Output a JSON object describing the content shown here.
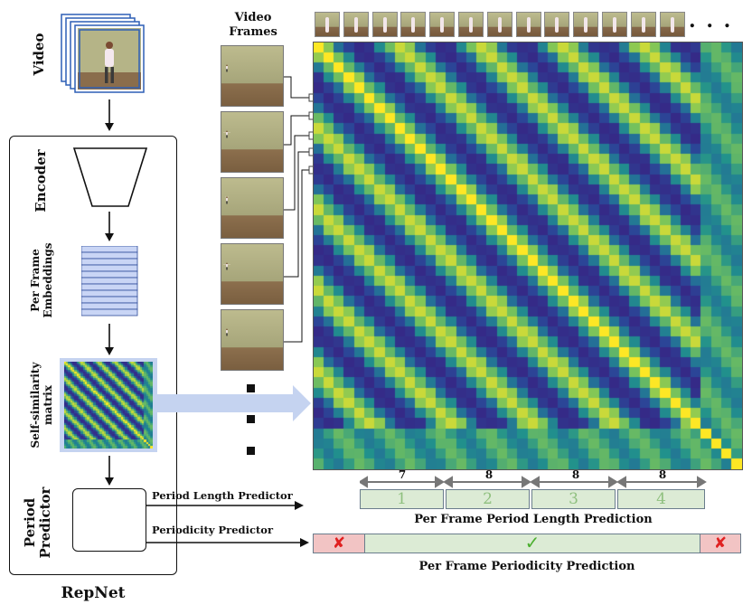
{
  "labels": {
    "video": "Video",
    "encoder": "Encoder",
    "embeddings": "Per Frame Embeddings",
    "embeddings_line1": "Per Frame",
    "embeddings_line2": "Embeddings",
    "ssm": "Self-similarity matrix",
    "ssm_line1": "Self-similarity",
    "ssm_line2": "matrix",
    "predictor": "Period Predictor",
    "predictor_line1": "Period",
    "predictor_line2": "Predictor",
    "repnet": "RepNet",
    "video_frames": "Video Frames",
    "video_frames_line1": "Video",
    "video_frames_line2": "Frames",
    "ellipsis": ". . .",
    "period_length_predictor": "Period Length Predictor",
    "periodicity_predictor": "Periodicity Predictor",
    "period_length_caption": "Per Frame Period Length Prediction",
    "periodicity_caption": "Per Frame Periodicity Prediction"
  },
  "period_segments": [
    {
      "count": "1",
      "length": "7"
    },
    {
      "count": "2",
      "length": "8"
    },
    {
      "count": "3",
      "length": "8"
    },
    {
      "count": "4",
      "length": "8"
    }
  ],
  "periodicity": {
    "left_mark": "✘",
    "center_mark": "✓",
    "right_mark": "✘"
  },
  "colors": {
    "ssm_low": "#352a87",
    "ssm_mid": "#21918c",
    "ssm_high": "#fde725",
    "segment_fill": "#dcebd5",
    "segment_text": "#8fc07f",
    "negative_fill": "#f2c4c4",
    "negative_mark": "#e02020",
    "positive_mark": "#4caf30",
    "arrow_fill": "#c5d3f0",
    "embedding_fill": "#c9d5f5"
  }
}
